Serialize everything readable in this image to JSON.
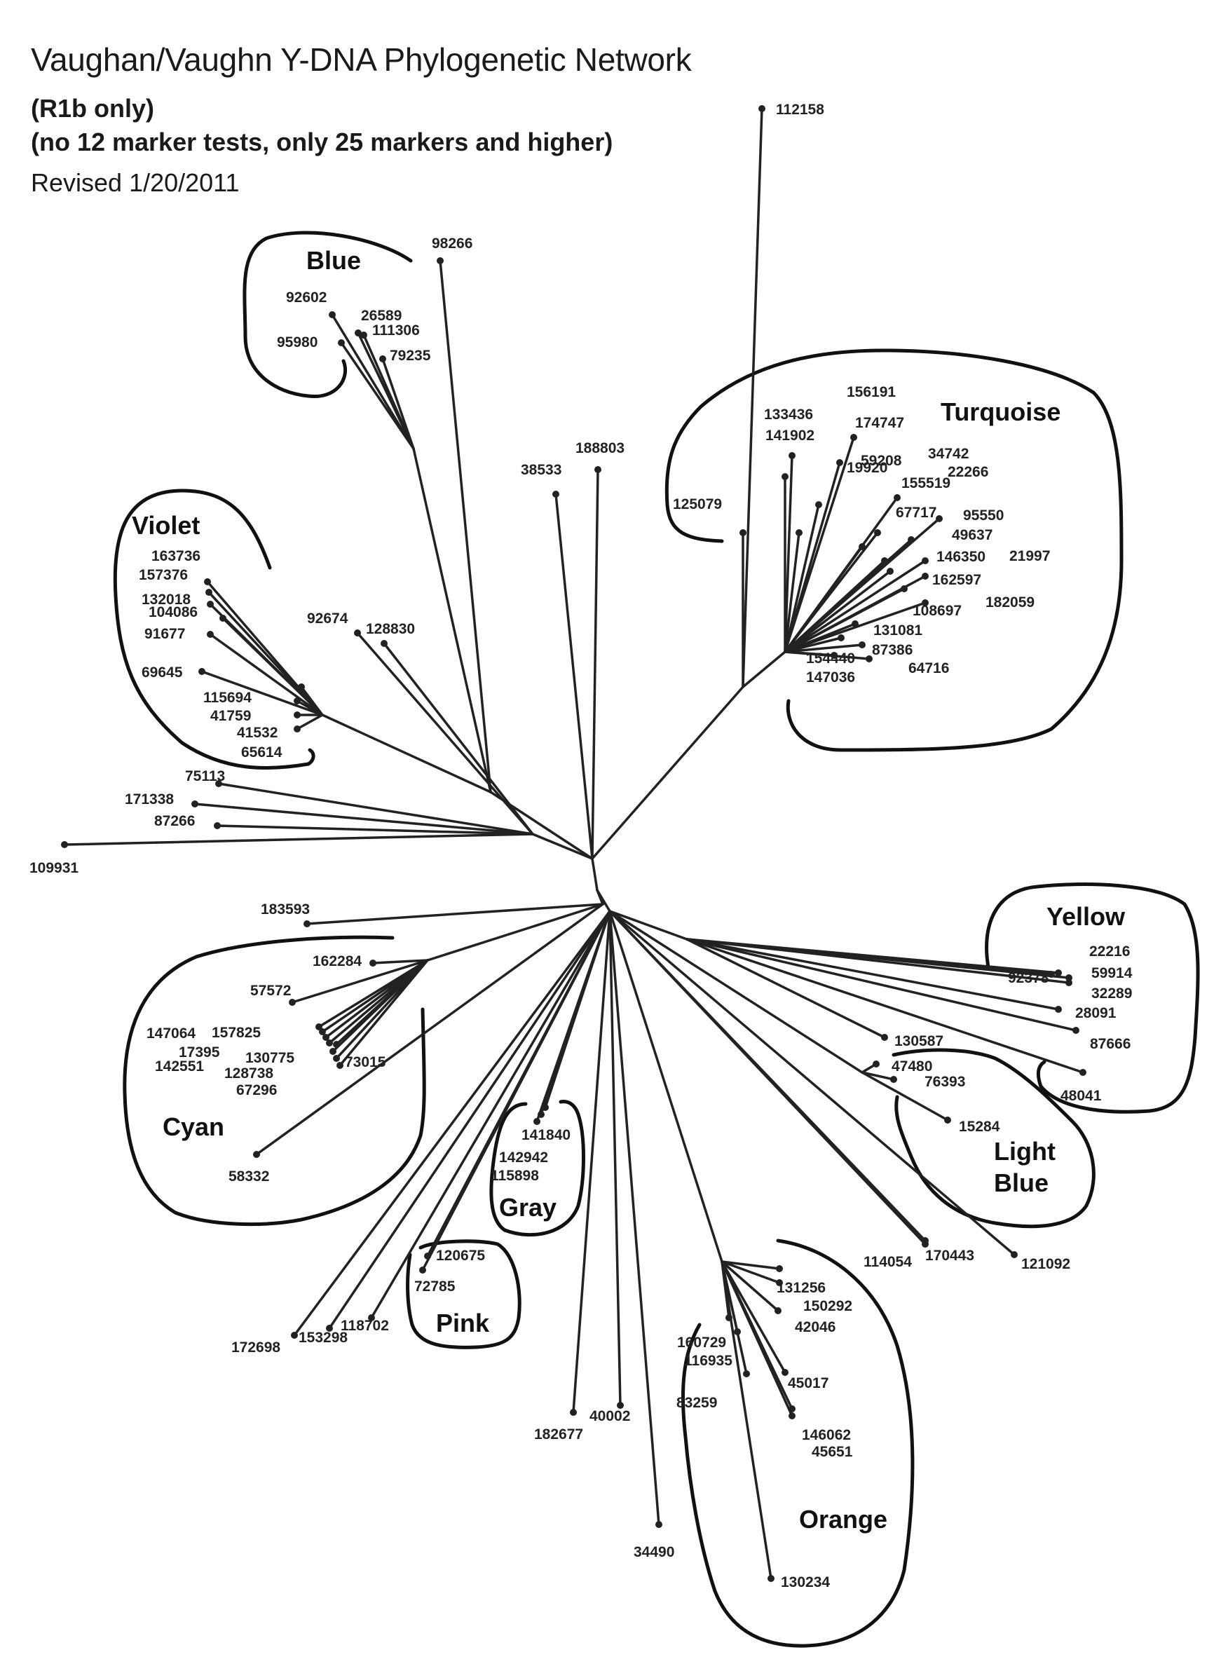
{
  "header": {
    "title": "Vaughan/Vaughn Y-DNA Phylogenetic Network",
    "subtitle1": "(R1b only)",
    "subtitle2": "(no 12 marker tests, only 25 markers and higher)",
    "revised": "Revised 1/20/2011"
  },
  "groups": {
    "blue": "Blue",
    "violet": "Violet",
    "turquoise": "Turquoise",
    "yellow": "Yellow",
    "cyan": "Cyan",
    "gray": "Gray",
    "pink": "Pink",
    "light_blue": "Light Blue",
    "orange": "Orange"
  },
  "leaves": [
    "112158",
    "98266",
    "92602",
    "26589",
    "111306",
    "95980",
    "79235",
    "188803",
    "38533",
    "133436",
    "156191",
    "174747",
    "141902",
    "59208",
    "34742",
    "19920",
    "22266",
    "155519",
    "67717",
    "95550",
    "125079",
    "49637",
    "146350",
    "21997",
    "162597",
    "108697",
    "182059",
    "131081",
    "87386",
    "154440",
    "147036",
    "64716",
    "163736",
    "157376",
    "132018",
    "104086",
    "91677",
    "69645",
    "115694",
    "41759",
    "41532",
    "65614",
    "92674",
    "128830",
    "75113",
    "171338",
    "87266",
    "109931",
    "183593",
    "162284",
    "57572",
    "147064",
    "157825",
    "17395",
    "130775",
    "142551",
    "128738",
    "73015",
    "67296",
    "58332",
    "141840",
    "142942",
    "115898",
    "120675",
    "72785",
    "118702",
    "153298",
    "172698",
    "182677",
    "40002",
    "34490",
    "22216",
    "92378",
    "59914",
    "32289",
    "28091",
    "87666",
    "130587",
    "47480",
    "76393",
    "48041",
    "15284",
    "114054",
    "170443",
    "121092",
    "131256",
    "150292",
    "42046",
    "160729",
    "116935",
    "45017",
    "83259",
    "146062",
    "45651",
    "130234"
  ]
}
